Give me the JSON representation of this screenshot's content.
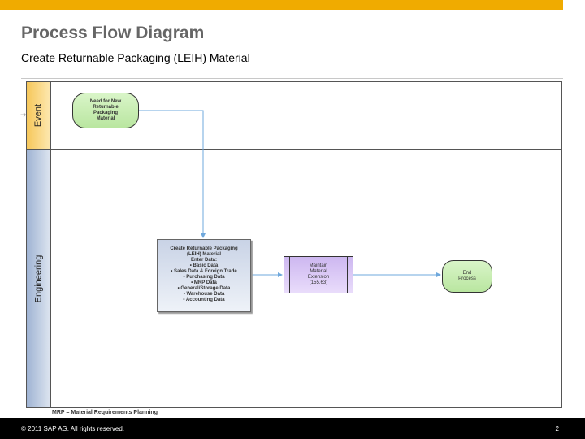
{
  "header": {
    "title": "Process Flow Diagram",
    "subtitle": "Create Returnable Packaging (LEIH) Material"
  },
  "lanes": [
    {
      "label": "Event"
    },
    {
      "label": "Engineering"
    }
  ],
  "nodes": {
    "start_event": {
      "lines": [
        "Need for New",
        "Returnable",
        "Packaging",
        "Material"
      ]
    },
    "create_task": {
      "lines": [
        "Create Returnable Packaging",
        "(LEIH) Material",
        "Enter Data:",
        "• Basic Data",
        "• Sales Data & Foreign Trade",
        "• Purchasing Data",
        "• MRP Data",
        "• General/Storage Data",
        "• Warehouse Data",
        "• Accounting Data"
      ]
    },
    "maintain_sub": {
      "lines": [
        "Maintain",
        "Material",
        "Extension",
        "(155.63)"
      ]
    },
    "end_event": {
      "lines": [
        "End",
        "Process"
      ]
    }
  },
  "footnote": "MRP = Material Requirements Planning",
  "footer": {
    "copyright": "©  2011 SAP AG. All rights reserved.",
    "page_number": "2"
  },
  "colors": {
    "accent_bar": "#f0ab00",
    "event_lane": "#f6c75a",
    "engineering_lane": "#9fb3d3",
    "connector": "#6fa8dc",
    "event_fill": "#c6edb0",
    "subprocess_fill": "#d8c6f5"
  }
}
